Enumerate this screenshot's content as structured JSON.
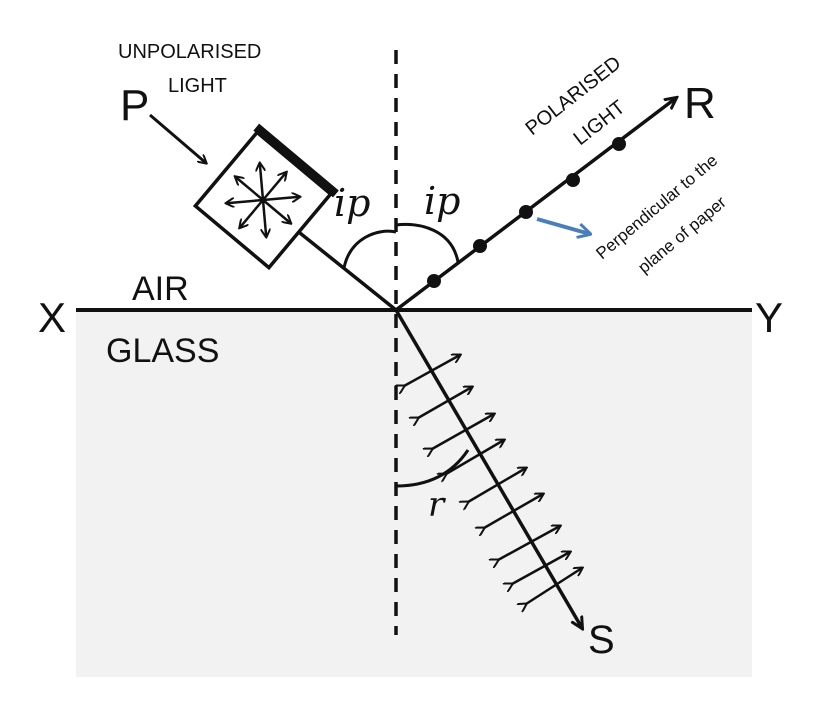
{
  "labels": {
    "p": "P",
    "r": "R",
    "x": "X",
    "y": "Y",
    "s": "S",
    "air": "AIR",
    "glass": "GLASS",
    "unpolarised_line1": "UNPOLARISED",
    "unpolarised_line2": "LIGHT",
    "polarised_line1": "POLARISED",
    "polarised_line2": "LIGHT",
    "perpendicular_line1": "Perpendicular to the",
    "perpendicular_line2": "plane of paper",
    "angle_incidence_left": "ip",
    "angle_reflection": "ip",
    "angle_refraction": "r"
  },
  "colors": {
    "ink": "#111111",
    "glass_fill": "#f2f2f2",
    "pointer_arrow": "#4a7ebb"
  },
  "icons": {
    "polariser": "square-polaroid-with-radial-arrows-icon",
    "dot": "polarisation-dot-icon",
    "double_arrow": "polarisation-double-arrow-icon"
  }
}
